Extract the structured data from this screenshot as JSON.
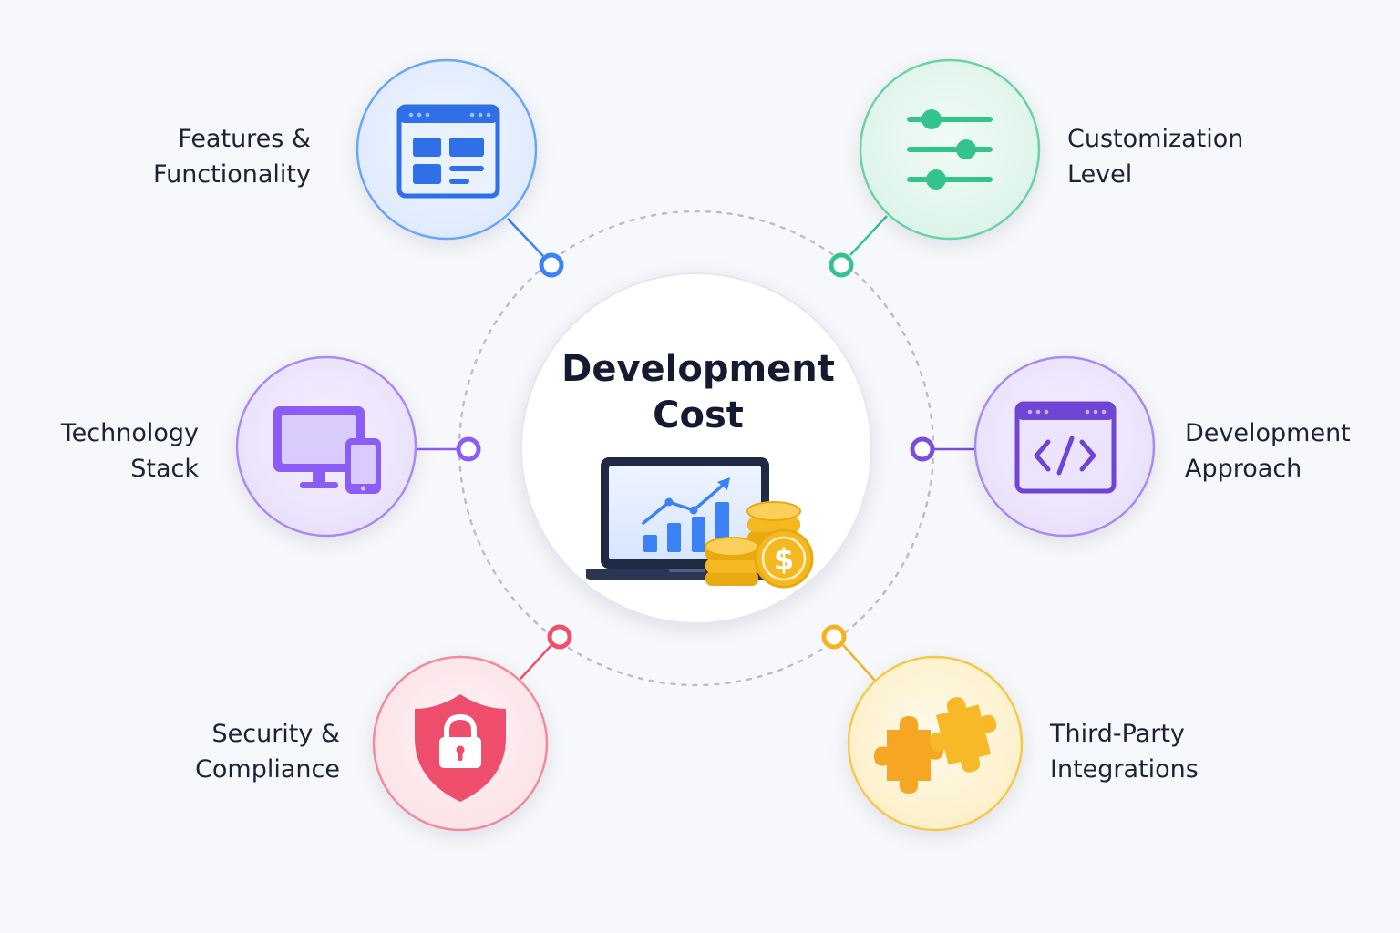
{
  "center": {
    "title_line1": "Development",
    "title_line2": "Cost"
  },
  "factors": [
    {
      "line1": "Features &",
      "line2": "Functionality",
      "icon": "browser-layout-icon",
      "color": "#3b82f6"
    },
    {
      "line1": "Customization",
      "line2": "Level",
      "icon": "sliders-icon",
      "color": "#34c38f"
    },
    {
      "line1": "Technology",
      "line2": "Stack",
      "icon": "devices-icon",
      "color": "#8b5cf6"
    },
    {
      "line1": "Development",
      "line2": "Approach",
      "icon": "code-window-icon",
      "color": "#7c4ddb"
    },
    {
      "line1": "Security &",
      "line2": "Compliance",
      "icon": "shield-lock-icon",
      "color": "#f0506e"
    },
    {
      "line1": "Third-Party",
      "line2": "Integrations",
      "icon": "puzzle-icon",
      "color": "#f5b323"
    }
  ],
  "colors": {
    "text": "#1c2238",
    "ring": "#b9bfcc",
    "coin": "#f6b820"
  }
}
